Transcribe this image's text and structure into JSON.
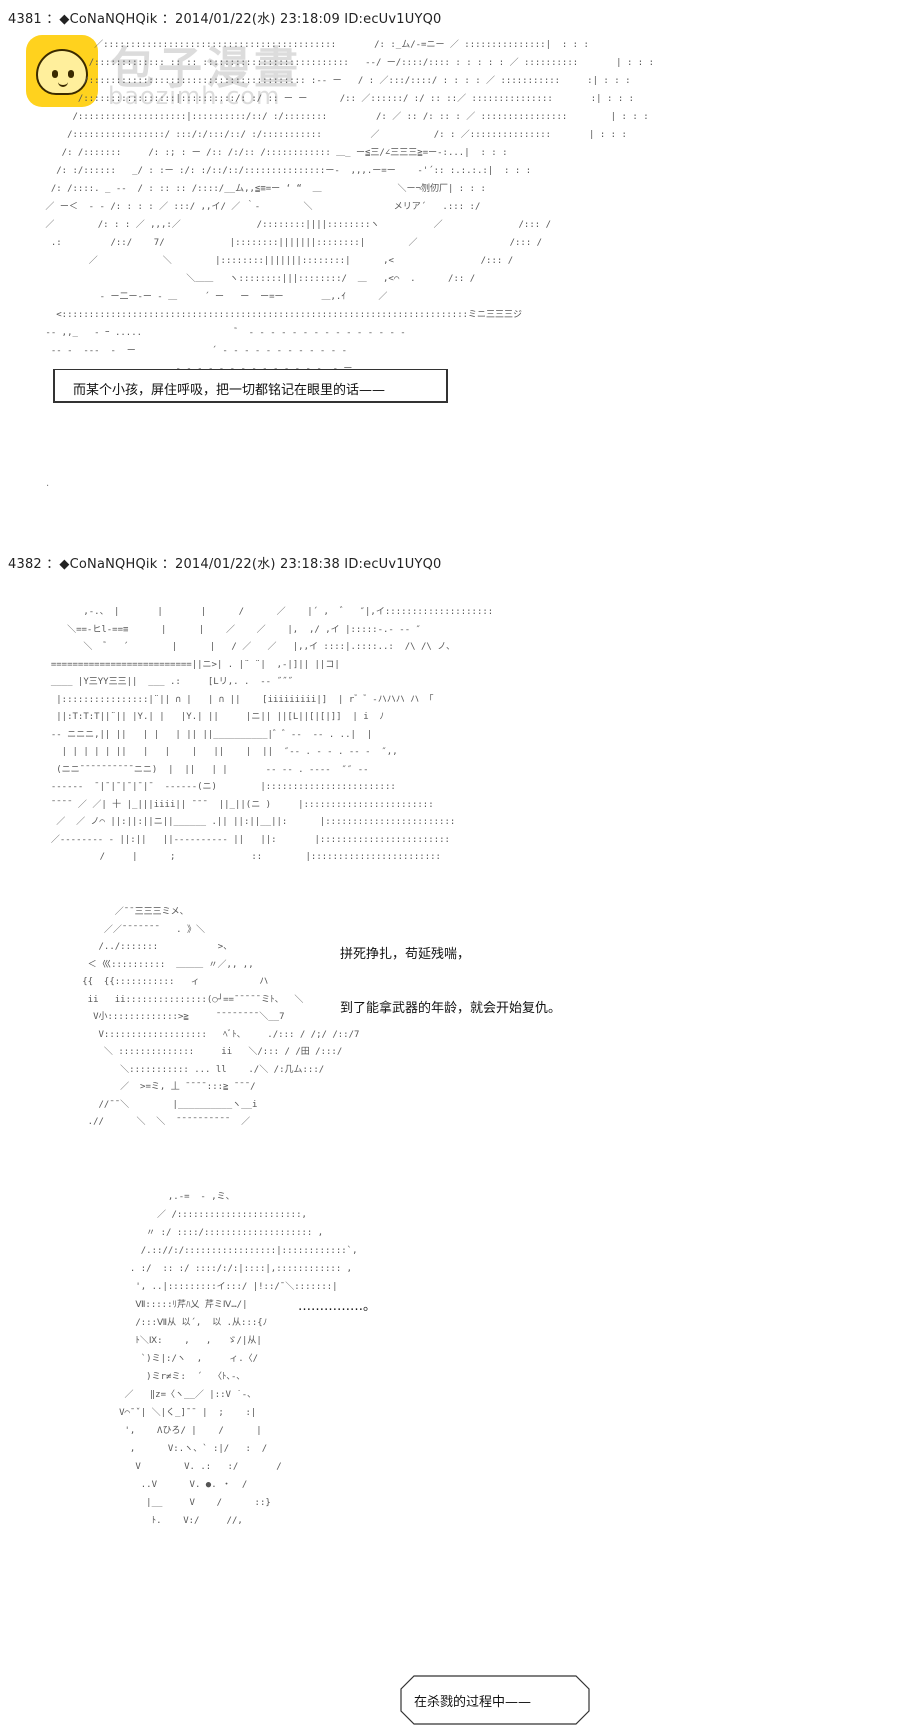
{
  "watermark": {
    "title": "包子漫畫",
    "url": "baozimh.com",
    "logo_icon": "bun-mascot-icon",
    "color": "#ffd21e"
  },
  "posts": [
    {
      "header": "4381 ：◆CoNaNQHQik ：2014/01/22(水) 23:18:09 ID:ecUv1UYQ0",
      "art": [
        "          ／:::::::::::::::::::::::::::::::::::::::::::       /: :_ム/-=ニー ／ :::::::::::::::|  : : :",
        "         /::::::::::::: :: :: :::::::::::::::::::::::::::   --/ ー/::::/:::: : : : : : ／ ::::::::::       | : : :",
        "        /:::::::::::::::::::::::::::::::::::::::: :-- ー   / : ／:::/::::/ : : : : ／ :::::::::::     :| : : :",
        "       /:::::::::::::::::|::::::::::/: :/ :: ー ー      /:: ／::::::/ :/ :: ::／ :::::::::::::::       :| : : :",
        "      /::::::::::::::::::::|::::::::::/::/ :/::::::::         /: ／ :: /: :: : ／ ::::::::::::::::        | : : :",
        "     /:::::::::::::::::/ :::/:/:::/::/ :/:::::::::::         ／          /: : ／:::::::::::::::       | : : :",
        "    /: /:::::::     /: :; : ー /:: /:/:: /:::::::::::: ＿_ ー≦三/∠三三三≧=ー-:...|  : : :",
        "   /: :/::::::   _/ : :ー :/: :/::/::/:::::::::::::::ー-  ,,,.ー=ー    ‐'´:: :.:.:.:|  : : :",
        "  /: /::::. _ -‐  / : :: :: /::::/__ム,,≦≡=ー ‘ “  ＿              ＼ー¬刎仞厂| : : :",
        " ／ ー＜  ‐ ‐ /: : : : ／ :::/ ,,イ/ ／ ｀‐        ＼               メリア´   .::: :/",
        " ／        /: : : ／ ,,,:／              /::::::::||||::::::::ヽ          ／              /::: /",
        "  .:         /::/    7/            |::::::::|||||||::::::::|        ／                 /::: /",
        "         ／            ＼        |::::::::|||||||::::::::|      ,<                /::: /",
        "                           ＼＿＿   ヽ::::::::|||::::::::/  ＿   ,<⌒  .      /:: /",
        "           ‐ ー二ー-ー ‐ ＿     ´ ー   ー  ー=ー       ＿,.ｲ      ／",
        "   <:::::::::::::::::::::::::::::::::::::::::::::::::::::::::::::::::::::::::::ミニ三三三ジ",
        " ‐‐ ,,_   ‐ ｰ .....                 ゛ ‐ ‐ ‐ ‐ ‐ ‐ ‐ ‐ ‐ ‐ ‐ ‐ ‐ ‐ ‐",
        "  ‐‐ ‐  ‐‐‐  ‐  ー              ´ ‐ ‐ ‐ ‐ ‐ ‐ ‐ ‐ ‐ ‐ ‐ ‐",
        "                         ‐ ‐ ‐ ‐ ‐ ‐ ‐ ‐ ‐ ‐ ‐ ‐ ‐ ‐  ‐ ー"
      ],
      "caption": "而某个小孩，屏住呼吸，把一切都铭记在眼里的话——"
    },
    {
      "header": "4382 ：◆CoNaNQHQik ：2014/01/22(水) 23:18:38 ID:ecUv1UYQ0",
      "art": [
        "        ,-.、 |       |       |      /      ／    |´ ,  ゛  ″|,イ::::::::::::::::::::",
        "     ＼==-ヒl-==≡      |      |    ／    ／    |,  ,/ ,イ |:::::-.- ‐‐ ″",
        "        ＼  ゛  ´        |      |   / ／   ／   |,,イ ::::|.::::..:  /\\ /\\ ノ､",
        "  ==========================||ニ>| . |¨ ¨|  ,-|]|| ||コ|",
        "  ____ |Y三YY三三||  ___ .:     [Lリ,. .  -‐ ˝˝˝",
        "   |::::::::::::::::|¨|| ∩ |   | ∩ ||    [iiiiiiiii|]  | r゛゛-ハハハ ハ 「",
        "   ||:T:T:T||¨|| |Y.| |   |Y.| ||     |ニ|| ||[L||[|[|]]  | i  ﾉ",
        "  -- ニニニ,|| ||   | |   | || ||__________|゛゛‐‐  ‐‐ . ..|  |",
        "    | | | | | ||   |   |    |   ||    |  ||  ″‐- . ‐ ‐ . ‐‐ ‐  ″,,",
        "   (ニニ¯¯¯¯¯¯¯¯¯¯ニニ)  |  ||   | |       ‐‐ -‐ . ‐‐‐‐  ″″ --",
        "  ------  ¯|¯|¯|¯|¯|¯  ------(ニ)        |::::::::::::::::::::::::",
        "  ¯¯¯¯ ／ ／| 十 |_|||iiii|| ¯¯¯  ||_||(ニ )     |::::::::::::::::::::::::",
        "   ／  ／ ノ⌒ ||:||:||ニ||______ .|| ||:||__||:      |::::::::::::::::::::::::",
        "  ／-------- - ||:||   ||---------- ||   ||:       |::::::::::::::::::::::::",
        "           /     |      ;              ::        |::::::::::::::::::::::::"
      ],
      "art2": [
        "         ／¯¯三三三ミメ、",
        "       ／／¯¯¯¯¯¯¯   . 》＼",
        "      /../:::::::           >、",
        "    ＜ 巛::::::::::  ＿＿＿ 〃／,, ,,",
        "   {{  {{:::::::::::   ィ           ハ",
        "    ii   ii:::::::::::::::(○┘==¯¯¯¯¯ミﾄ、  ＼",
        "     V小:::::::::::::>≧     ¯¯¯¯¯¯¯¯＼__7",
        "      V:::::::::::::::::::   ﾍﾞﾄ、    ./::: / /;/ /::/7",
        "       ＼ ::::::::::::::     ii   ＼/::: / /田 /:::/",
        "          ＼::::::::::: ... ll    ./＼ /:几ム:::/",
        "          ／  >=ミ, 丄 ¯¯¯¯:::≧ ¯¯¯/",
        "      //¯¯＼        |__________ヽ__i",
        "    .//      ＼  ＼  ¯¯¯¯¯¯¯¯¯¯  ／"
      ],
      "art3": [
        "              ,.-=  ‐ ,ミ、",
        "            ／ /:::::::::::::::::::::::,",
        "          〃 :/ ::::/:::::::::::::::::::: ,",
        "         /.:://:/:::::::::::::::::|::::::::::::`,",
        "       . :/  :: :/ ::::/:/:|::::|,:::::::::::: ,",
        "        ', ..|:::::::::イ:::/ |!::/¯＼:::::::|",
        "        Ⅶ:::::ﾘ芹ﾊ乂 芹ミⅣ…/|",
        "        /:::Ⅶ从 以´,  以 .从:::{ﾉ",
        "        ﾄ＼Ⅸ:    ,   ,   ゞ/|从|",
        "         `)ミ|:/ヽ  ,     ィ.〈/",
        "          )ミr≠ミ:  ´  〈ﾄ､-､",
        "      ／   ‖z=〈ヽ__／ |::V ˙-､",
        "     V⌒¯ˇ| ＼|く_]¯¯ |  ;    :|",
        "      ',    Λひろ/ |    /      |",
        "       ,      V:.ヽ、` :|/   :  /",
        "        V        V. .:   :/       /",
        "         ..V      V. ●. ・  /",
        "          |__     V    /      ::}",
        "           ﾄ.    V:/     //,"
      ],
      "caption_a": "拼死挣扎，苟延残喘，",
      "caption_b": "到了能拿武器的年龄，就会开始复仇。",
      "caption_c": "……………。",
      "caption_d": "在杀戮的过程中——"
    }
  ]
}
